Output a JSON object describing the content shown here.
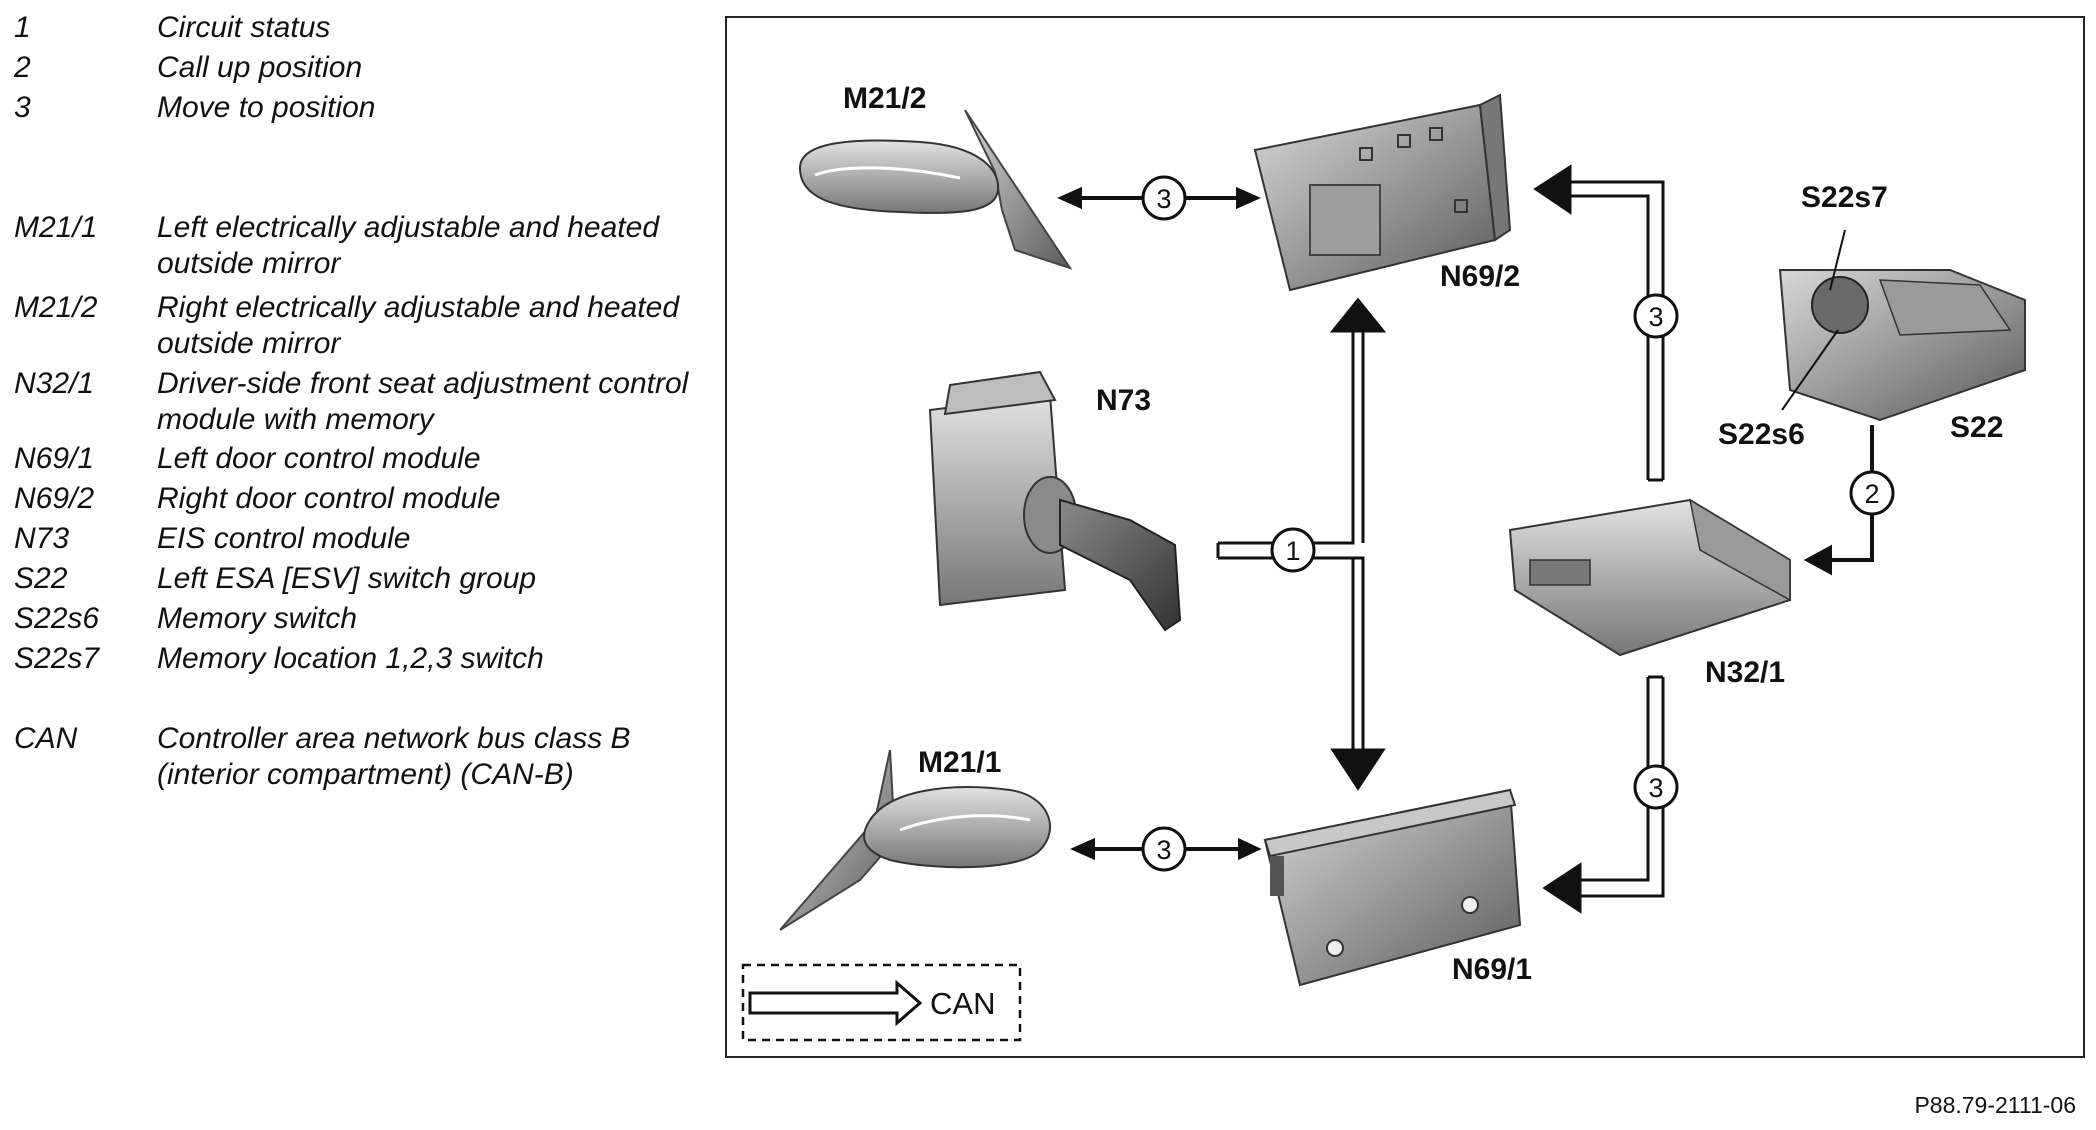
{
  "legend": {
    "items": [
      {
        "code": "1",
        "desc": "Circuit status"
      },
      {
        "code": "2",
        "desc": "Call up position"
      },
      {
        "code": "3",
        "desc": "Move to position"
      },
      {
        "code": "M21/1",
        "desc": "Left electrically adjustable and heated outside mirror"
      },
      {
        "code": "M21/2",
        "desc": "Right electrically adjustable and heated outside mirror"
      },
      {
        "code": "N32/1",
        "desc": "Driver-side front seat adjustment control module with memory"
      },
      {
        "code": "N69/1",
        "desc": "Left door control module"
      },
      {
        "code": "N69/2",
        "desc": "Right door control module"
      },
      {
        "code": "N73",
        "desc": "EIS control module"
      },
      {
        "code": "S22",
        "desc": "Left ESA [ESV] switch group"
      },
      {
        "code": "S22s6",
        "desc": "Memory switch"
      },
      {
        "code": "S22s7",
        "desc": "Memory location 1,2,3 switch"
      },
      {
        "code": "CAN",
        "desc": "Controller area network bus class B (interior compartment) (CAN-B)"
      }
    ]
  },
  "diagram": {
    "labels": {
      "m21_2": "M21/2",
      "m21_1": "M21/1",
      "n69_2": "N69/2",
      "n69_1": "N69/1",
      "n73": "N73",
      "n32_1": "N32/1",
      "s22": "S22",
      "s22s6": "S22s6",
      "s22s7": "S22s7"
    },
    "markers": {
      "mirror_top": "3",
      "n69_2_feed": "3",
      "eis": "1",
      "seat_call": "2",
      "n69_1_feed": "3",
      "mirror_bottom": "3"
    },
    "can_legend": "CAN"
  },
  "figure_ref": "P88.79-2111-06"
}
